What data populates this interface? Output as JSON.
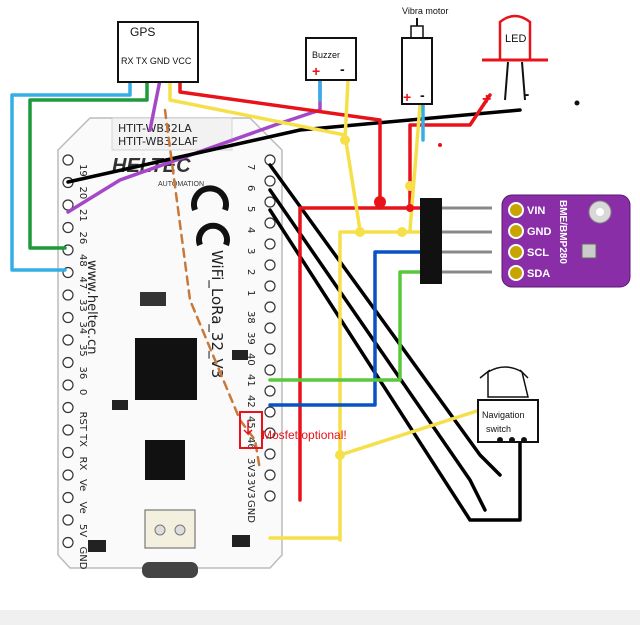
{
  "gps": {
    "title": "GPS",
    "pins": "RX TX GND VCC"
  },
  "buzzer": {
    "label": "Buzzer",
    "plus": "+",
    "minus": "-"
  },
  "vibra": {
    "label": "Vibra motor",
    "plus": "+",
    "minus": "-"
  },
  "led": {
    "label": "LED",
    "plus": "+",
    "minus": "-"
  },
  "bme": {
    "pins": [
      "VIN",
      "GND",
      "SCL",
      "SDA"
    ],
    "chip": "BME/BMP280"
  },
  "navigation": {
    "label_line1": "Navigation",
    "label_line2": "switch"
  },
  "mosfet_note": "Mosfet optional!",
  "board": {
    "model_line1": "HTIT-WB32LA",
    "model_line2": "HTIT-WB32LAF",
    "brand": "HELTEC",
    "brand_sub": "AUTOMATION",
    "name": "WiFi_LoRa_32_V3",
    "site": "www.heltec.cn",
    "left_pins": [
      "19",
      "20",
      "21",
      "26",
      "48",
      "47",
      "33",
      "34",
      "35",
      "36",
      "0",
      "RST",
      "TX",
      "RX",
      "Ve",
      "Ve",
      "5V",
      "GND"
    ],
    "right_pins_top": [
      "7",
      "6",
      "5",
      "4",
      "3",
      "2",
      "1",
      "38",
      "39",
      "40",
      "41",
      "42",
      "45",
      "46",
      "3V3",
      "3V3",
      "GND"
    ]
  },
  "colors": {
    "wire_red": "#e8121a",
    "wire_yellow": "#f5e04a",
    "wire_blue": "#0a52c4",
    "wire_green": "#5ac83c",
    "wire_black": "#000000",
    "wire_cyan": "#35aee6",
    "wire_purple": "#a548c8",
    "wire_dkgreen": "#1e9a3a",
    "wire_orange_dash": "#c8783a",
    "bme_board": "#8a2ea8"
  }
}
